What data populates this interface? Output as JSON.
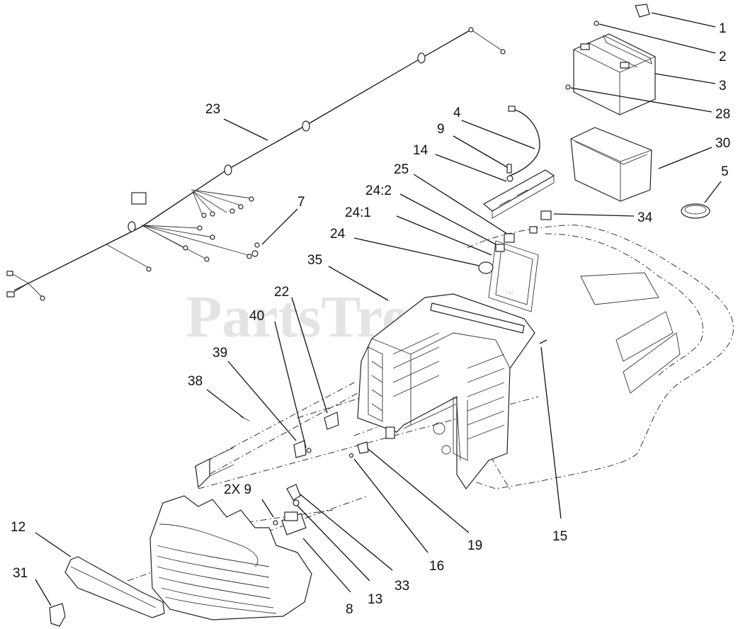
{
  "watermark": {
    "text": "PartsTree",
    "trademark": "™"
  },
  "callouts": {
    "c1": "1",
    "c2": "2",
    "c3": "3",
    "c28": "28",
    "c4": "4",
    "c9": "9",
    "c14": "14",
    "c25": "25",
    "c30": "30",
    "c5": "5",
    "c242": "24:2",
    "c241": "24:1",
    "c24": "24",
    "c34": "34",
    "c7": "7",
    "c23": "23",
    "c35": "35",
    "c22": "22",
    "c40": "40",
    "c39": "39",
    "c38": "38",
    "c2x9": "2X 9",
    "c12": "12",
    "c31": "31",
    "c8": "8",
    "c13": "13",
    "c33": "33",
    "c16": "16",
    "c19": "19",
    "c15": "15"
  }
}
